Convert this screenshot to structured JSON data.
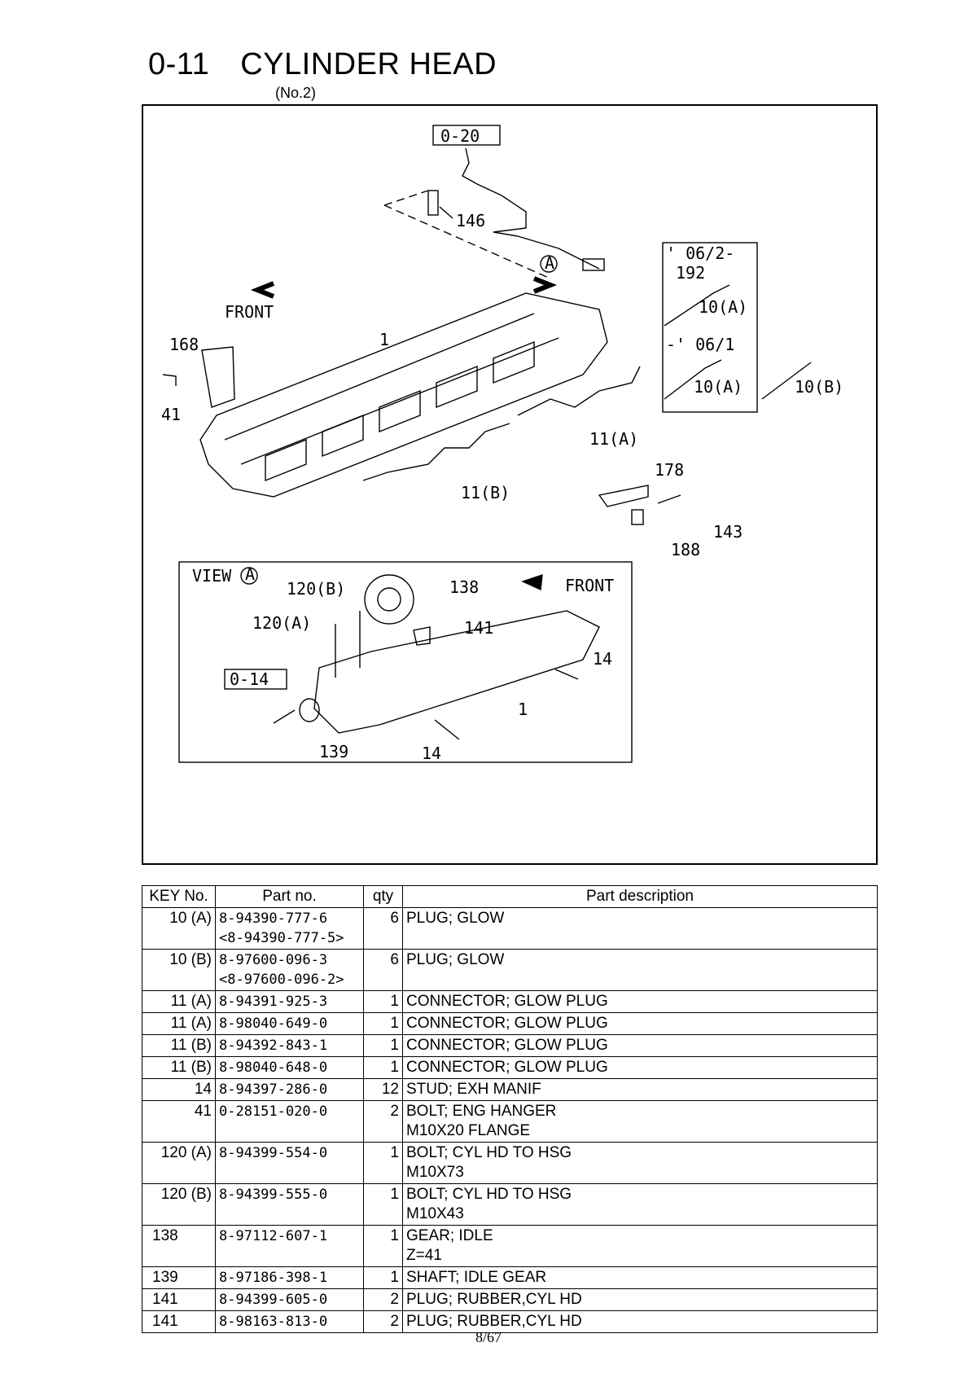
{
  "page": {
    "section_code": "0-11",
    "section_title": "CYLINDER HEAD",
    "subtitle": "(No.2)",
    "page_number": "8/67"
  },
  "diagram": {
    "callouts": {
      "ref_0_20": "0-20",
      "c146": "146",
      "front_top": "FRONT",
      "view_a": "A",
      "date_from": "' 06/2-",
      "c192": "192",
      "c10a_top": "10(A)",
      "date_until": "-' 06/1",
      "c10a_bottom": "10(A)",
      "c10b": "10(B)",
      "c1": "1",
      "c168": "168",
      "c41": "41",
      "c11a": "11(A)",
      "c11b": "11(B)",
      "c178": "178",
      "c143": "143",
      "c188": "188",
      "view_label": "VIEW",
      "view_label_a": "A",
      "c120b": "120(B)",
      "c138": "138",
      "front_view": "FRONT",
      "c120a": "120(A)",
      "c141": "141",
      "c14_right": "14",
      "ref_0_14": "0-14",
      "c1_view": "1",
      "c139": "139",
      "c14_bottom": "14"
    }
  },
  "table": {
    "headers": [
      "KEY No.",
      "Part no.",
      "qty",
      "Part description"
    ],
    "rows": [
      {
        "key": "10 (A)",
        "part": "8-94390-777-6",
        "part_alt": "<8-94390-777-5>",
        "qty": "6",
        "desc": "PLUG; GLOW",
        "desc2": ""
      },
      {
        "key": "10 (B)",
        "part": "8-97600-096-3",
        "part_alt": "<8-97600-096-2>",
        "qty": "6",
        "desc": "PLUG; GLOW",
        "desc2": ""
      },
      {
        "key": "11 (A)",
        "part": "8-94391-925-3",
        "part_alt": "",
        "qty": "1",
        "desc": "CONNECTOR; GLOW PLUG",
        "desc2": ""
      },
      {
        "key": "11 (A)",
        "part": "8-98040-649-0",
        "part_alt": "",
        "qty": "1",
        "desc": "CONNECTOR; GLOW PLUG",
        "desc2": ""
      },
      {
        "key": "11 (B)",
        "part": "8-94392-843-1",
        "part_alt": "",
        "qty": "1",
        "desc": "CONNECTOR; GLOW PLUG",
        "desc2": ""
      },
      {
        "key": "11 (B)",
        "part": "8-98040-648-0",
        "part_alt": "",
        "qty": "1",
        "desc": "CONNECTOR; GLOW PLUG",
        "desc2": ""
      },
      {
        "key": "14",
        "part": "8-94397-286-0",
        "part_alt": "",
        "qty": "12",
        "desc": "STUD; EXH MANIF",
        "desc2": ""
      },
      {
        "key": "41",
        "part": "0-28151-020-0",
        "part_alt": "",
        "qty": "2",
        "desc": "BOLT; ENG HANGER",
        "desc2": "M10X20 FLANGE"
      },
      {
        "key": "120 (A)",
        "part": "8-94399-554-0",
        "part_alt": "",
        "qty": "1",
        "desc": "BOLT; CYL HD TO HSG",
        "desc2": "M10X73"
      },
      {
        "key": "120 (B)",
        "part": "8-94399-555-0",
        "part_alt": "",
        "qty": "1",
        "desc": "BOLT; CYL HD TO HSG",
        "desc2": "M10X43"
      },
      {
        "key": "138",
        "part": "8-97112-607-1",
        "part_alt": "",
        "qty": "1",
        "desc": "GEAR; IDLE",
        "desc2": "Z=41"
      },
      {
        "key": "139",
        "part": "8-97186-398-1",
        "part_alt": "",
        "qty": "1",
        "desc": "SHAFT; IDLE GEAR",
        "desc2": ""
      },
      {
        "key": "141",
        "part": "8-94399-605-0",
        "part_alt": "",
        "qty": "2",
        "desc": "PLUG; RUBBER,CYL HD",
        "desc2": ""
      },
      {
        "key": "141",
        "part": "8-98163-813-0",
        "part_alt": "",
        "qty": "2",
        "desc": "PLUG; RUBBER,CYL HD",
        "desc2": ""
      }
    ]
  }
}
